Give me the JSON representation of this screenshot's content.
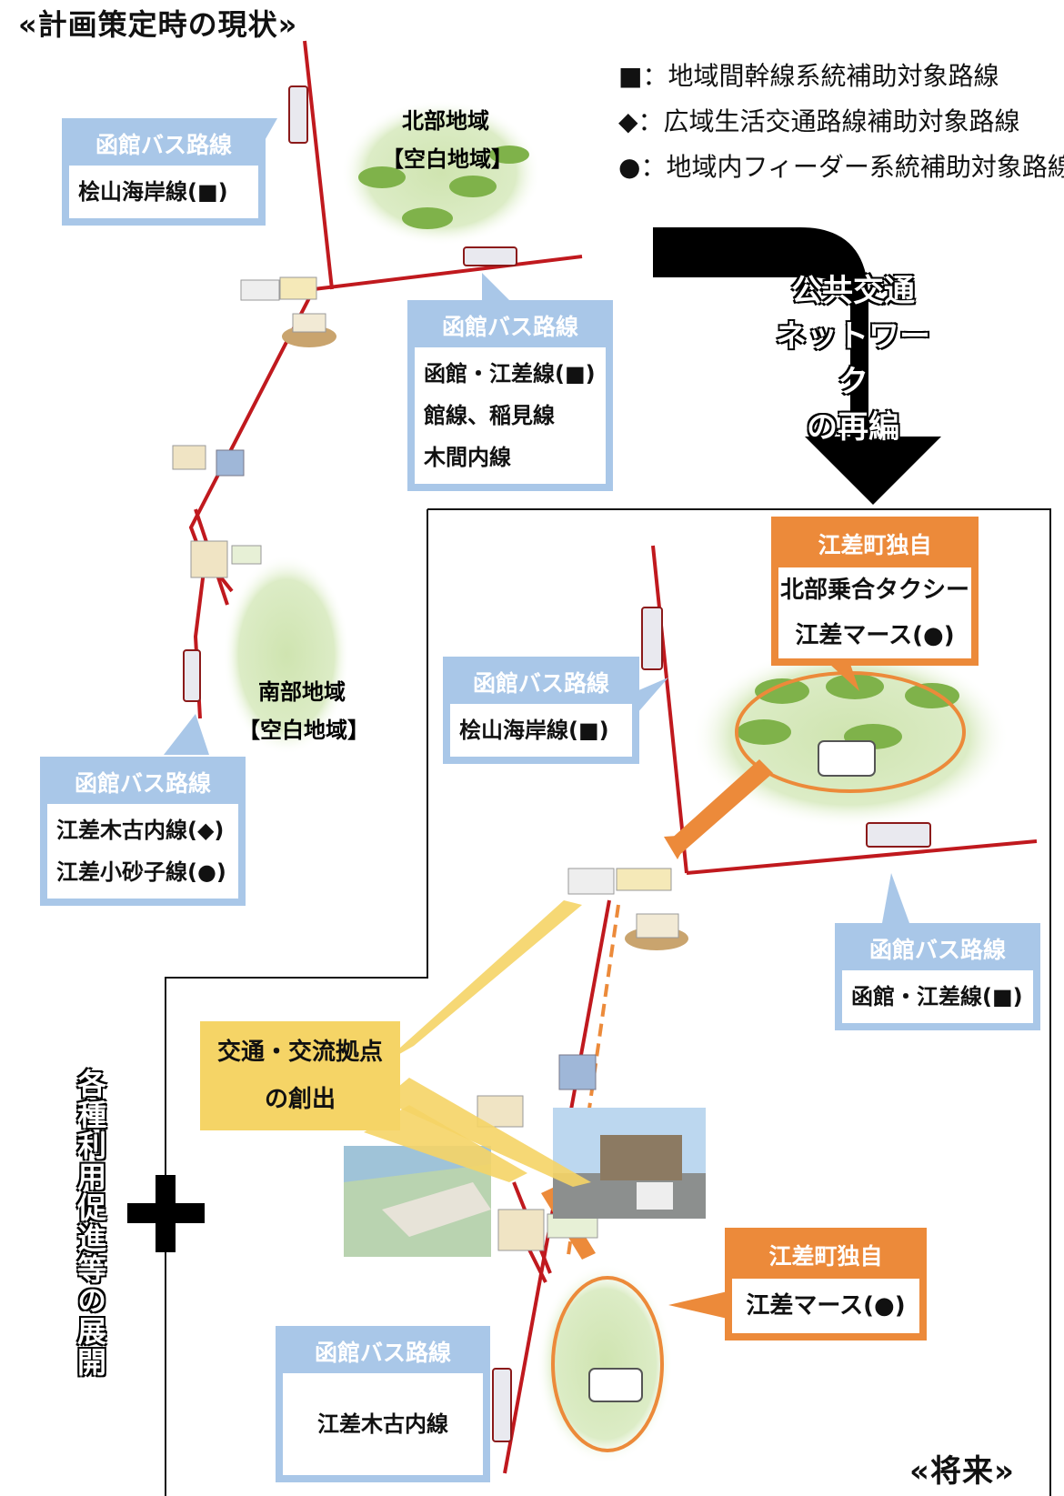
{
  "title_current": "«計画策定時の現状»",
  "title_future": "«将来»",
  "legend": [
    {
      "symbol": "■",
      "text": "：地域間幹線系統補助対象路線"
    },
    {
      "symbol": "◆",
      "text": "：広域生活交通路線補助対象路線"
    },
    {
      "symbol": "●",
      "text": "：地域内フィーダー系統補助対象路線"
    }
  ],
  "current": {
    "north_area": {
      "name": "北部地域",
      "status": "【空白地域】"
    },
    "south_area": {
      "name": "南部地域",
      "status": "【空白地域】"
    },
    "callout_nw": {
      "header": "函館バス路線",
      "lines": [
        "桧山海岸線(■)"
      ]
    },
    "callout_center": {
      "header": "函館バス路線",
      "lines": [
        "函館・江差線(■)",
        "館線、稲見線",
        "木間内線"
      ]
    },
    "callout_sw": {
      "header": "函館バス路線",
      "lines": [
        "江差木古内線(◆)",
        "江差小砂子線(●)"
      ]
    }
  },
  "arrow_label": [
    "公共交通",
    "ネットワーク",
    "の再編"
  ],
  "future": {
    "callout_north_orange": {
      "header": "江差町独自",
      "lines": [
        "北部乗合タクシー",
        "江差マース(●)"
      ]
    },
    "callout_west_blue": {
      "header": "函館バス路線",
      "lines": [
        "桧山海岸線(■)"
      ]
    },
    "callout_east_blue": {
      "header": "函館バス路線",
      "lines": [
        "函館・江差線(■)"
      ]
    },
    "hub": {
      "lines": [
        "交通・交流拠点",
        "の創出"
      ]
    },
    "callout_south_orange": {
      "header": "江差町独自",
      "lines": [
        "江差マース(●)"
      ]
    },
    "callout_south_blue": {
      "header": "函館バス路線",
      "lines": [
        "江差木古内線"
      ]
    }
  },
  "side_label": "各種利用促進等の展開",
  "plus": "+",
  "colors": {
    "route": "#c0191e",
    "callout_blue": "#a9c7e8",
    "orange": "#ec8a3a",
    "yellow": "#f5d466",
    "green_area": "#cfe4b0"
  }
}
